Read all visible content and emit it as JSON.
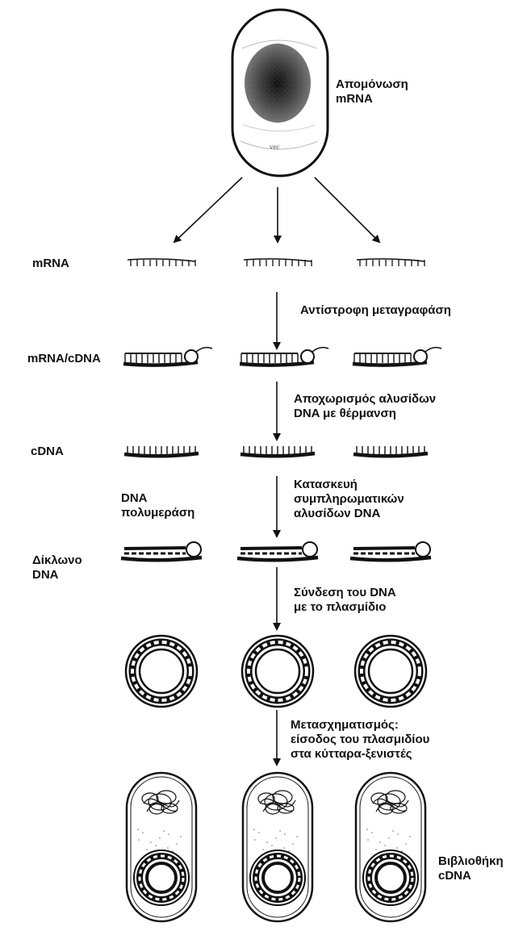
{
  "labels": {
    "isolation": "Απομόνωση\nmRNA",
    "row_mrna": "mRNA",
    "reverse_transcriptase": "Αντίστροφη μεταγραφάση",
    "row_hybrid": "mRNA/cDNA",
    "strand_separation": "Αποχωρισμός αλυσίδων\nDNA με θέρμανση",
    "row_cdna": "cDNA",
    "dna_polymerase": "DNA\nπολυμεράση",
    "complementary_synthesis": "Κατασκευή\nσυμπληρωματικών\nαλυσίδων DNA",
    "row_double": "Δίκλωνο\nDNA",
    "ligation": "Σύνδεση του DNA\nμε το πλασμίδιο",
    "transformation": "Μετασχηματισμός:\nείσοδος του πλασμιδίου\nστα κύτταρα-ξενιστές",
    "library": "Βιβλιοθήκη\ncDNA"
  },
  "colors": {
    "ink": "#111111",
    "nucleus": "#3a3a3a",
    "paper": "#ffffff"
  }
}
